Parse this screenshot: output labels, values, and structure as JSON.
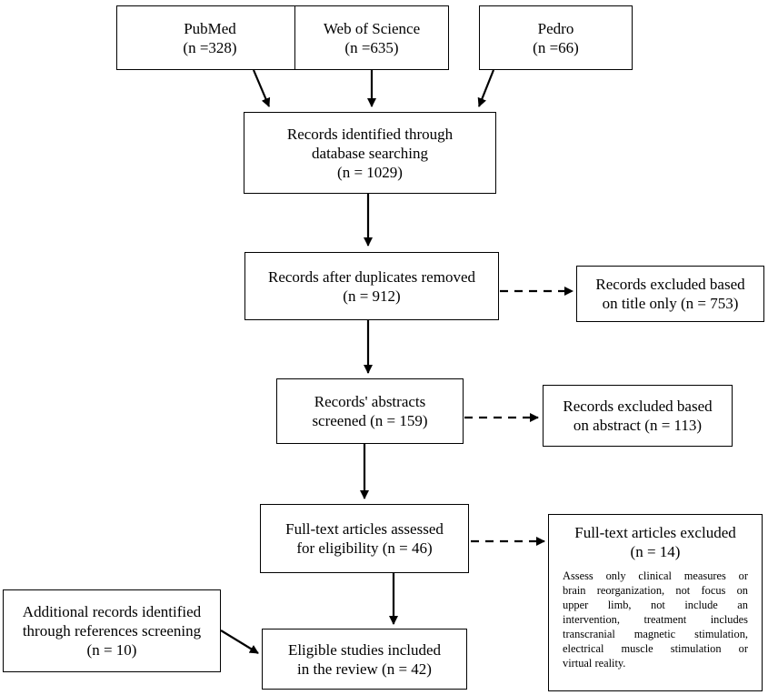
{
  "sources": [
    {
      "name": "PubMed",
      "count": "(n =328)"
    },
    {
      "name": "Web of Science",
      "count": "(n =635)"
    },
    {
      "name": "Pedro",
      "count": "(n =66)"
    }
  ],
  "identified": {
    "line1": "Records identified through",
    "line2": "database searching",
    "line3": "(n = 1029)"
  },
  "after_duplicates": {
    "line1": "Records after duplicates removed",
    "line2": "(n = 912)"
  },
  "excluded_title": {
    "line1": "Records excluded based",
    "line2": "on title only (n = 753)"
  },
  "abstracts": {
    "line1": "Records' abstracts",
    "line2": "screened (n = 159)"
  },
  "excluded_abstract": {
    "line1": "Records excluded based",
    "line2": "on abstract (n = 113)"
  },
  "fulltext": {
    "line1": "Full-text articles assessed",
    "line2": "for eligibility (n = 46)"
  },
  "excluded_fulltext": {
    "line1": "Full-text articles excluded",
    "line2": "(n = 14)",
    "reasons": [
      "Assess only clinical measures or",
      "brain reorganization, not focus on",
      "upper limb, not include an",
      "intervention, treatment includes",
      "transcranial magnetic stimulation,",
      "electrical muscle stimulation or",
      "virtual reality."
    ]
  },
  "additional": {
    "line1": "Additional records identified",
    "line2": "through references screening",
    "line3": "(n = 10)"
  },
  "included": {
    "line1": "Eligible studies included",
    "line2": "in the review (n = 42)"
  }
}
